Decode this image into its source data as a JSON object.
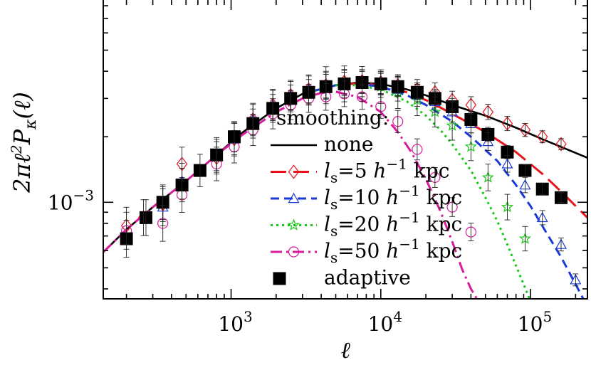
{
  "chart_data": {
    "type": "line",
    "title": "",
    "xlabel": "ℓ",
    "ylabel": "2πℓ²P_κ(ℓ)",
    "x_scale": "log",
    "y_scale": "log",
    "xlim": [
      140,
      240000
    ],
    "ylim": [
      0.00036,
      0.0085
    ],
    "x_ticks": [
      {
        "value": 1000,
        "base": "10",
        "exp": "3"
      },
      {
        "value": 10000,
        "base": "10",
        "exp": "4"
      },
      {
        "value": 100000,
        "base": "10",
        "exp": "5"
      }
    ],
    "y_ticks": [
      {
        "value": 0.001,
        "base": "10",
        "exp": "−3"
      }
    ],
    "legend": {
      "title": "smoothing:",
      "placement": "center-right"
    },
    "series": [
      {
        "name": "none",
        "color": "#000000",
        "dash": "solid",
        "marker": "none",
        "line": {
          "x": [
            140,
            200,
            300,
            500,
            800,
            1200,
            2000,
            3000,
            5000,
            7000,
            10000,
            15000,
            20000,
            30000,
            50000,
            80000,
            120000,
            240000
          ],
          "y": [
            0.00059,
            0.00075,
            0.00095,
            0.00125,
            0.00165,
            0.0021,
            0.0027,
            0.00315,
            0.00345,
            0.00355,
            0.0035,
            0.0033,
            0.0031,
            0.0028,
            0.0025,
            0.0022,
            0.00195,
            0.0016
          ]
        },
        "points": []
      },
      {
        "name": "l_s=5 h^-1 kpc",
        "label_parts": [
          "l",
          "s",
          "=5 ",
          "h",
          "−1",
          "kpc"
        ],
        "color": "#e8141c",
        "dash": "long",
        "marker": "diamond",
        "line": {
          "x": [
            3000,
            5000,
            7000,
            10000,
            15000,
            20000,
            30000,
            50000,
            80000,
            120000,
            160000,
            240000
          ],
          "y": [
            0.00315,
            0.00345,
            0.00352,
            0.00345,
            0.0032,
            0.00295,
            0.00255,
            0.0021,
            0.0017,
            0.00135,
            0.00112,
            0.00085
          ]
        },
        "points": {
          "x": [
            200,
            260,
            350,
            470,
            800,
            1050,
            1400,
            1900,
            2500,
            3300,
            4300,
            5700,
            7500,
            10000,
            13000,
            17500,
            23000,
            30000,
            40000,
            52000,
            70000,
            92000,
            120000,
            160000
          ],
          "y": [
            0.00078,
            0.00085,
            0.00098,
            0.0015,
            0.0016,
            0.00195,
            0.0024,
            0.0028,
            0.0031,
            0.0033,
            0.00345,
            0.00358,
            0.0036,
            0.00355,
            0.00345,
            0.0033,
            0.0032,
            0.00295,
            0.0028,
            0.0026,
            0.0023,
            0.00215,
            0.002,
            0.00185
          ]
        }
      },
      {
        "name": "l_s=10 h^-1 kpc",
        "label_parts": [
          "l",
          "s",
          "=10 ",
          "h",
          "−1",
          "kpc"
        ],
        "color": "#1a3ad8",
        "dash": "dash",
        "marker": "triangle",
        "line": {
          "x": [
            3000,
            5000,
            7000,
            10000,
            15000,
            20000,
            30000,
            40000,
            60000,
            80000,
            100000,
            130000,
            160000,
            200000,
            230000
          ],
          "y": [
            0.00315,
            0.00345,
            0.0035,
            0.0034,
            0.0031,
            0.0028,
            0.00235,
            0.002,
            0.00155,
            0.0012,
            0.00096,
            0.00071,
            0.00056,
            0.00042,
            0.00035
          ]
        },
        "points": {
          "x": [
            350,
            470,
            800,
            1050,
            1400,
            1900,
            2500,
            3300,
            4300,
            5700,
            7500,
            10000,
            13000,
            17500,
            23000,
            30000,
            40000,
            52000,
            70000,
            92000,
            120000,
            160000,
            200000
          ],
          "y": [
            0.00095,
            0.00125,
            0.00165,
            0.00195,
            0.0024,
            0.0028,
            0.0031,
            0.0033,
            0.00345,
            0.0035,
            0.0035,
            0.00345,
            0.0033,
            0.0031,
            0.0029,
            0.0026,
            0.0023,
            0.0019,
            0.0015,
            0.0012,
            0.00085,
            0.00064,
            0.00044
          ]
        }
      },
      {
        "name": "l_s=20 h^-1 kpc",
        "label_parts": [
          "l",
          "s",
          "=20 ",
          "h",
          "−1",
          "kpc"
        ],
        "color": "#14c814",
        "dash": "dot",
        "marker": "star",
        "line": {
          "x": [
            3000,
            5000,
            7000,
            10000,
            15000,
            20000,
            25000,
            30000,
            40000,
            50000,
            60000,
            70000,
            80000,
            90000,
            100000
          ],
          "y": [
            0.00315,
            0.00345,
            0.00345,
            0.0033,
            0.0029,
            0.0025,
            0.00215,
            0.00185,
            0.0014,
            0.00105,
            0.00082,
            0.00064,
            0.00051,
            0.00042,
            0.00035
          ]
        },
        "points": {
          "x": [
            4300,
            5700,
            7500,
            10000,
            13000,
            17500,
            23000,
            30000,
            40000,
            52000,
            70000,
            92000
          ],
          "y": [
            0.00345,
            0.0035,
            0.0035,
            0.0034,
            0.0032,
            0.00295,
            0.0026,
            0.00225,
            0.0018,
            0.0013,
            0.00095,
            0.00068
          ]
        }
      },
      {
        "name": "l_s=50 h^-1 kpc",
        "label_parts": [
          "l",
          "s",
          "=50 ",
          "h",
          "−1",
          "kpc"
        ],
        "color": "#d81b9a",
        "dash": "dashdot",
        "marker": "circle",
        "line": {
          "x": [
            140,
            200,
            300,
            500,
            800,
            1200,
            2000,
            3000,
            4000,
            5000,
            7000,
            10000,
            13000,
            16000,
            20000,
            25000,
            30000,
            35000,
            40000,
            45000
          ],
          "y": [
            0.00059,
            0.00075,
            0.00095,
            0.00125,
            0.00165,
            0.00205,
            0.0026,
            0.003,
            0.00318,
            0.00322,
            0.00305,
            0.0026,
            0.0021,
            0.0017,
            0.00128,
            0.00091,
            0.00066,
            0.00049,
            0.0004,
            0.00035
          ]
        },
        "points": {
          "x": [
            200,
            350,
            470,
            800,
            1050,
            1400,
            1900,
            2500,
            3300,
            4300,
            5700,
            7500,
            10000,
            13000,
            17500,
            23000,
            30000,
            40000
          ],
          "y": [
            0.00074,
            0.0008,
            0.00108,
            0.0015,
            0.0018,
            0.00215,
            0.00255,
            0.0028,
            0.003,
            0.00305,
            0.00315,
            0.00305,
            0.00275,
            0.00235,
            0.00175,
            0.0013,
            0.00095,
            0.00073
          ]
        }
      },
      {
        "name": "adaptive",
        "color": "#000000",
        "dash": "none",
        "marker": "square",
        "line": null,
        "points": {
          "x": [
            200,
            270,
            350,
            470,
            620,
            800,
            1050,
            1400,
            1900,
            2500,
            3300,
            4300,
            5700,
            7500,
            10000,
            13000,
            17500,
            23000,
            30000,
            40000,
            52000,
            70000,
            92000,
            120000,
            160000
          ],
          "y": [
            0.00068,
            0.00085,
            0.001,
            0.0012,
            0.0014,
            0.00165,
            0.002,
            0.0023,
            0.0027,
            0.003,
            0.0032,
            0.0034,
            0.0035,
            0.00355,
            0.0035,
            0.0034,
            0.0032,
            0.003,
            0.00275,
            0.0024,
            0.00205,
            0.0017,
            0.0014,
            0.00115,
            0.00105
          ]
        }
      }
    ]
  }
}
